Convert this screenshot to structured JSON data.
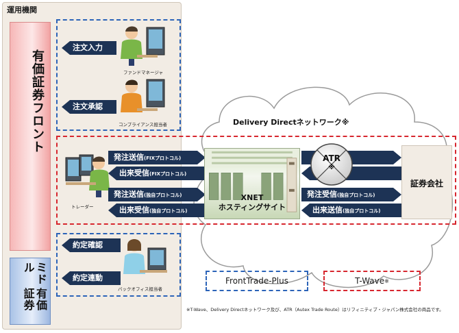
{
  "panel": {
    "title": "運用機関"
  },
  "front_bar": {
    "label": "有価証券フロント"
  },
  "middle_bar": {
    "label_line1": "有価証券",
    "label_line2": "ミドル"
  },
  "people": {
    "fund_manager": "ファンドマネージャ",
    "compliance": "コンプライアンス担当者",
    "trader": "トレーダー",
    "back_office": "バックオフィス担当者"
  },
  "arrows": {
    "order_input": "注文入力",
    "order_approval": "注文承認",
    "send_order_fix": {
      "main": "発注送信",
      "sub": "(FIXプロトコル)"
    },
    "receive_exec_fix": {
      "main": "出来受信",
      "sub": "(FIXプロトコル)"
    },
    "send_order_own": {
      "main": "発注送信",
      "sub": "(独自プロトコル)"
    },
    "receive_exec_own": {
      "main": "出来受信",
      "sub": "(独自プロトコル)"
    },
    "receive_order_own": {
      "main": "発注受信",
      "sub": "(独自プロトコル)"
    },
    "send_exec_own": {
      "main": "出来送信",
      "sub": "(独自プロトコル)"
    },
    "contract_confirm": "約定確認",
    "contract_link": "約定連動"
  },
  "cloud": {
    "label": "Delivery Directネットワーク※"
  },
  "xnet": {
    "line1": "XNET",
    "line2": "ホスティングサイト"
  },
  "atr": {
    "label": "ATR",
    "mark": "※"
  },
  "broker": {
    "label": "証券会社"
  },
  "legend": {
    "blue": "FrontTrade-Plus",
    "red": "T-Wave",
    "red_mark": "※"
  },
  "footnote": "※T-Wave、Delivery Directネットワーク及び、ATR（Autex Trade Route）はリフィニティブ・ジャパン株式会社の商品です。",
  "colors": {
    "blue_dash": "#2b63b8",
    "red_dash": "#d7262e",
    "arrow": "#1d3355"
  }
}
